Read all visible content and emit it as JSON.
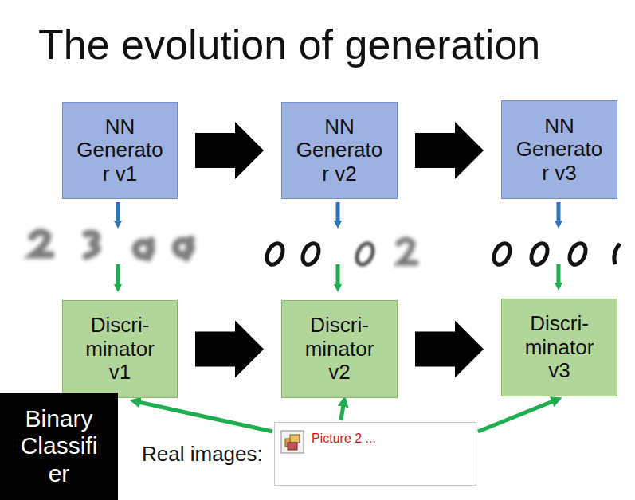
{
  "diagram": {
    "title": "The evolution of generation",
    "nodes": [
      {
        "text": [
          "NN Generato r v1"
        ]
      },
      {
        "text": [
          "NN Generato r v2"
        ]
      },
      {
        "text": [
          "NN Generato r v3"
        ]
      },
      {
        "text": [
          "Discri- minator v1"
        ]
      },
      {
        "text": [
          "Discri- minator v2"
        ]
      },
      {
        "text": [
          "Discri- minator v3"
        ]
      },
      {
        "text": [
          "Binary Classifi er"
        ]
      },
      {
        "text": [
          "Picture 2 ..."
        ]
      }
    ],
    "edges": [
      {
        "from": 0,
        "to": 1,
        "arrow": "to"
      },
      {
        "from": 1,
        "to": 2,
        "arrow": "to"
      },
      {
        "from": 3,
        "to": 4,
        "arrow": "to"
      },
      {
        "from": 4,
        "to": 5,
        "arrow": "to"
      },
      {
        "from": 7,
        "to": 3,
        "arrow": "to"
      },
      {
        "from": 7,
        "to": 4,
        "arrow": "to"
      },
      {
        "from": 7,
        "to": 5,
        "arrow": "to"
      }
    ],
    "labels": [
      "Real images:"
    ]
  }
}
